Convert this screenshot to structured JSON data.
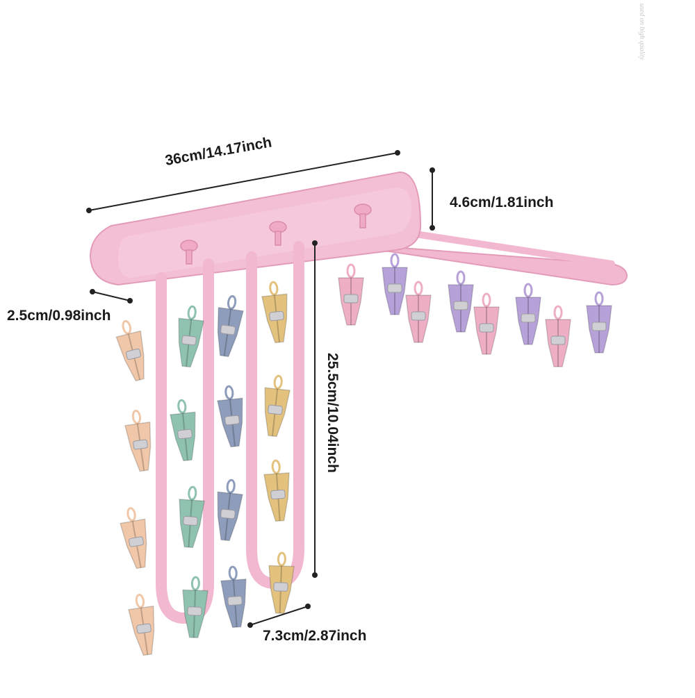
{
  "dimensions": {
    "width_total": "36cm/14.17inch",
    "height_bar": "4.6cm/1.81inch",
    "depth_bar": "2.5cm/0.98inch",
    "hanger_length": "25.5cm/10.04inch",
    "hanger_width": "7.3cm/2.87inch"
  },
  "watermark": "used on high quality",
  "colors": {
    "rack": "#f2b8cf",
    "rack_dark": "#e39bb8",
    "clip_peach": "#f0c7a8",
    "clip_green": "#8fc3b0",
    "clip_blue": "#8e9dbb",
    "clip_gold": "#e3c27e",
    "clip_pink": "#eeafc4",
    "clip_purple": "#b6a2d9",
    "dim_line": "#222222"
  }
}
